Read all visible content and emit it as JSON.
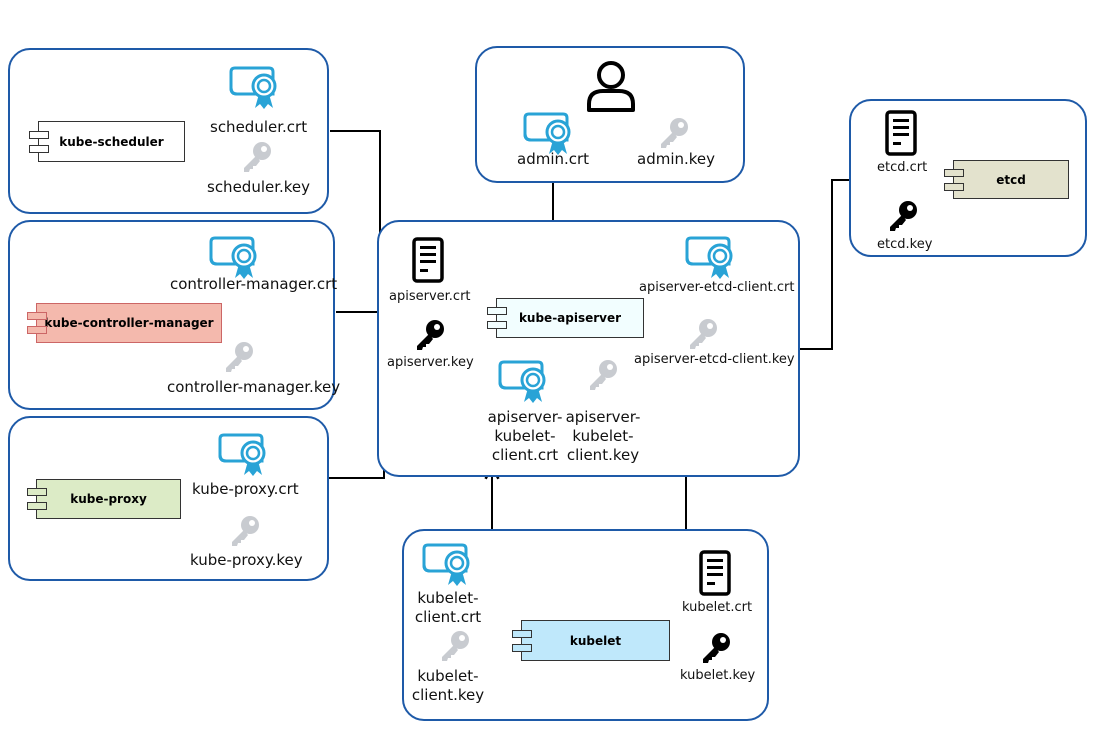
{
  "scheduler": {
    "cert": "scheduler.crt",
    "key": "scheduler.key",
    "component": "kube-scheduler"
  },
  "controller_manager": {
    "cert": "controller-manager.crt",
    "key": "controller-manager.key",
    "component": "kube-controller-manager"
  },
  "proxy": {
    "cert": "kube-proxy.crt",
    "key": "kube-proxy.key",
    "component": "kube-proxy"
  },
  "admin": {
    "cert": "admin.crt",
    "key": "admin.key"
  },
  "apiserver": {
    "component": "kube-apiserver",
    "cert": "apiserver.crt",
    "key": "apiserver.key",
    "etcd_client_cert": "apiserver-etcd-client.crt",
    "etcd_client_key": "apiserver-etcd-client.key",
    "kubelet_client_cert": "apiserver-\nkubelet-\nclient.crt",
    "kubelet_client_key": "apiserver-\nkubelet-\nclient.key"
  },
  "etcd": {
    "cert": "etcd.crt",
    "key": "etcd.key",
    "component": "etcd"
  },
  "kubelet": {
    "component": "kubelet",
    "client_cert": "kubelet-\nclient.crt",
    "client_key": "kubelet-\nclient.key",
    "cert": "kubelet.crt",
    "key": "kubelet.key"
  },
  "colors": {
    "border": "#1e5aa8",
    "cert_icon": "#29a3d6",
    "key_light": "#c8cbd0",
    "key_dark": "#000000",
    "scheduler_fill": "#ffffff",
    "controller_fill": "#f4b9ad",
    "proxy_fill": "#dcebc6",
    "apiserver_fill": "#f2feff",
    "etcd_fill": "#e3e2cd",
    "kubelet_fill": "#bfe8fb"
  }
}
